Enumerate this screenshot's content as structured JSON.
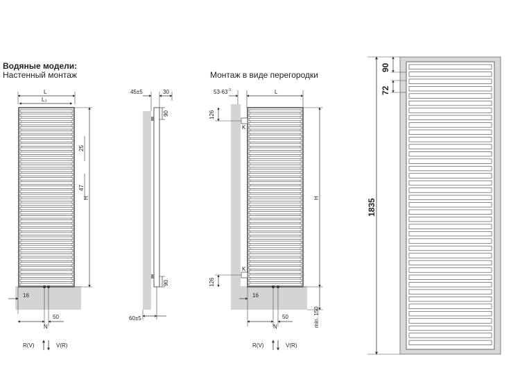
{
  "headings": {
    "water_models": "Водяные модели:",
    "wall_mount": "Настенный монтаж",
    "partition_mount": "Монтаж в виде перегородки"
  },
  "dims": {
    "L": "L",
    "L3": "L₃",
    "H": "H",
    "N": "N",
    "K": "K",
    "d25": "25",
    "d47": "47",
    "d16": "16",
    "d50": "50",
    "d45": "45±5",
    "d30": "30",
    "d90": "90",
    "d60": "60±5",
    "d53": "53-63",
    "d53sup": "-3",
    "d126": "126",
    "min150": "min. 150",
    "big90": "90",
    "big72": "72",
    "big1835": "1835"
  },
  "pipes": {
    "return_label": "R(V)",
    "flow_label": "V(R)"
  }
}
